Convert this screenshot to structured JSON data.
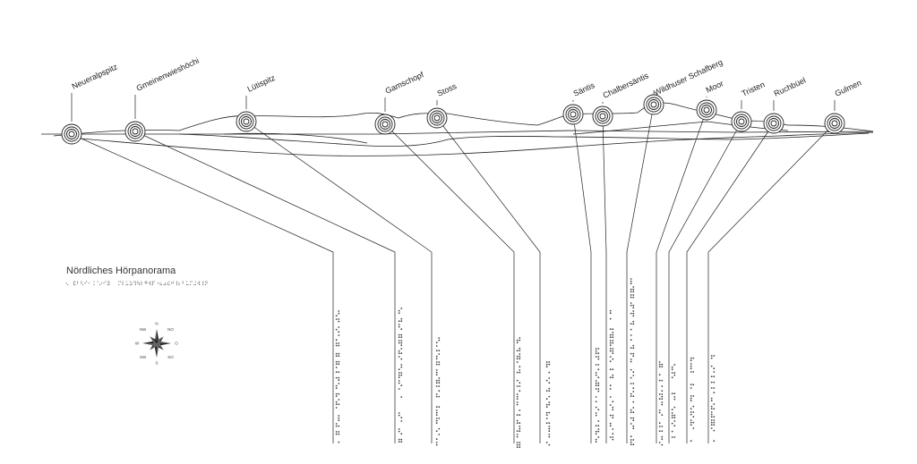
{
  "title": "Nördliches Hörpanorama",
  "peaks": [
    {
      "name": "Neueralpspitz"
    },
    {
      "name": "Gmeinenwieshöchi"
    },
    {
      "name": "Lütispitz"
    },
    {
      "name": "Gamschopf"
    },
    {
      "name": "Stoss"
    },
    {
      "name": "Säntis"
    },
    {
      "name": "Chalbersäntis"
    },
    {
      "name": "Wildhuser Schafberg"
    },
    {
      "name": "Moor"
    },
    {
      "name": "Tristen"
    },
    {
      "name": "Ruchbüel"
    },
    {
      "name": "Gulmen"
    }
  ],
  "compass": {
    "icon": "compass-rose-icon",
    "letters": [
      "N",
      "NO",
      "O",
      "SO",
      "S",
      "SW",
      "W",
      "NW"
    ]
  },
  "colors": {
    "line": "#222222",
    "dots": "#444444"
  }
}
